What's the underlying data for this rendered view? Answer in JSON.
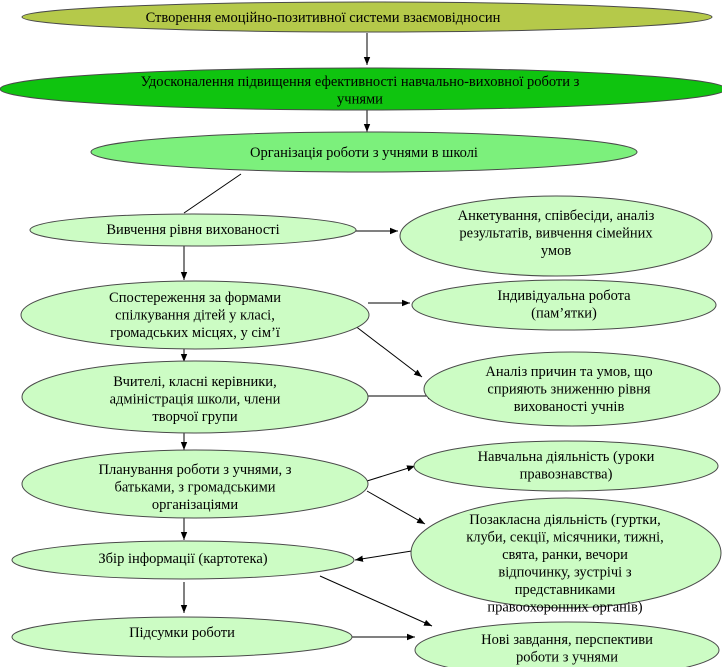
{
  "colors": {
    "top_olive": "#b5c94a",
    "dark_green": "#0fc40f",
    "medium_green": "#7cf07c",
    "light_green": "#ccfcc4",
    "outline": "#4a4a4a",
    "text": "#000000"
  },
  "nodes": {
    "top": {
      "lines": [
        "Створення емоційно-позитивної системи взаємовідносин"
      ]
    },
    "improve": {
      "lines": [
        "Удосконалення підвищення ефективності навчально-виховної роботи з",
        "учнями"
      ]
    },
    "organize": {
      "lines": [
        "Організація роботи з учнями в школі"
      ]
    },
    "study": {
      "lines": [
        "Вивчення рівня вихованості"
      ]
    },
    "survey": {
      "lines": [
        "Анкетування, співбесіди, аналіз",
        "результатів, вивчення сімейних",
        "умов"
      ]
    },
    "observe": {
      "lines": [
        "Спостереження за формами",
        "спілкування дітей у класі,",
        "громадських місцях, у сім’ї"
      ]
    },
    "individual": {
      "lines": [
        "Індивідуальна робота",
        "(пам’ятки)"
      ]
    },
    "teachers": {
      "lines": [
        "Вчителі, класні керівники,",
        "адміністрація школи, члени",
        "творчої групи"
      ]
    },
    "analysis": {
      "lines": [
        "Аналіз причин та умов, що",
        "сприяють зниженню рівня",
        "вихованості учнів"
      ]
    },
    "planning": {
      "lines": [
        "Планування роботи з учнями, з",
        "батьками, з громадськими",
        "організаціями"
      ]
    },
    "education": {
      "lines": [
        "Навчальна діяльність (уроки",
        "правознавства)"
      ]
    },
    "extracurricular": {
      "lines": [
        "Позакласна діяльність (гуртки,",
        "клуби, секції, місячники, тижні,",
        "свята, ранки, вечори",
        "відпочинку, зустрічі з",
        "представниками",
        "правоохоронних органів)"
      ]
    },
    "collect": {
      "lines": [
        "Збір інформації (картотека)"
      ]
    },
    "results": {
      "lines": [
        "Підсумки роботи"
      ]
    },
    "new_tasks": {
      "lines": [
        "Нові завдання, перспективи",
        "роботи з учнями"
      ]
    }
  }
}
